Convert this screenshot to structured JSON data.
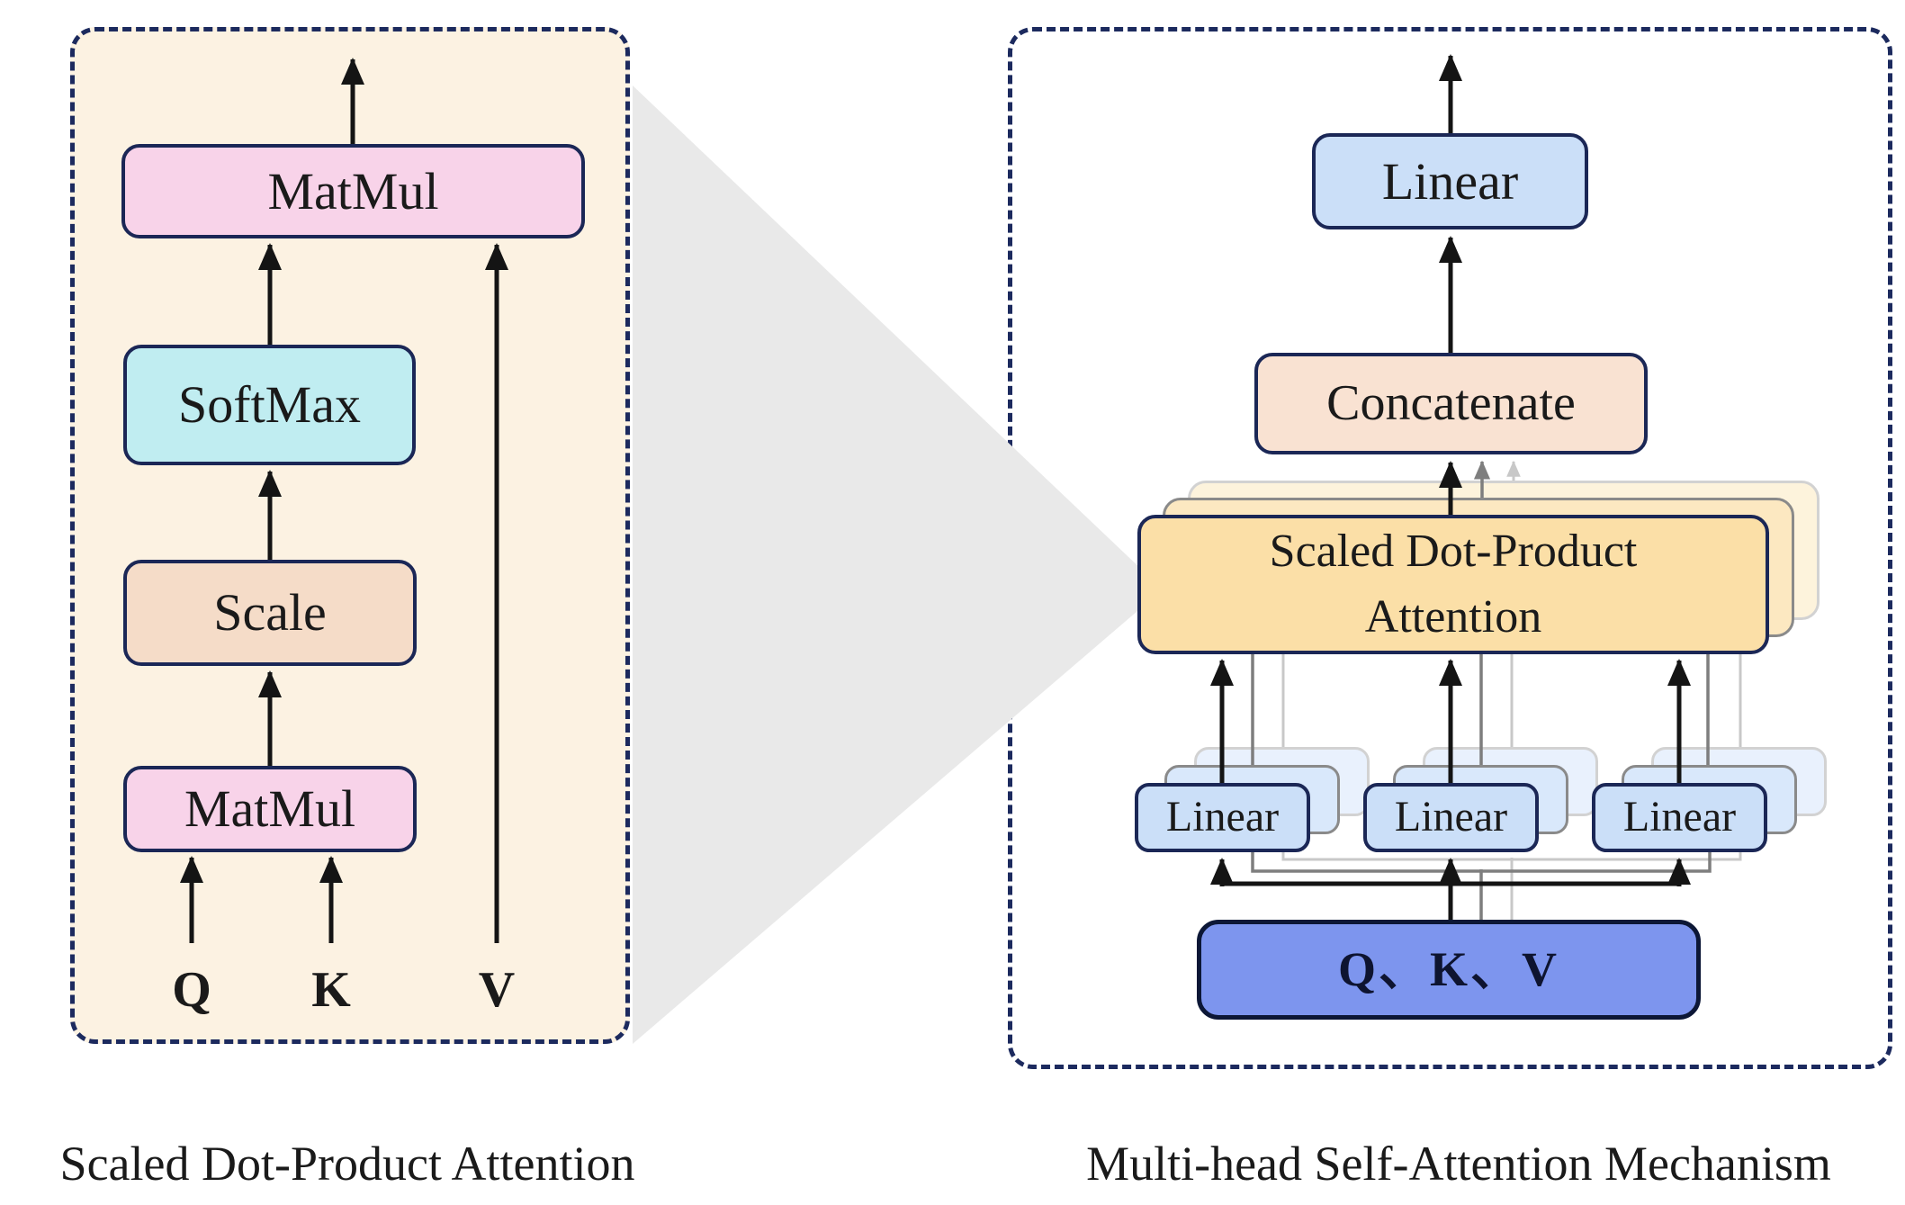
{
  "left_panel": {
    "caption": "Scaled Dot-Product Attention",
    "boxes": {
      "matmul_top": "MatMul",
      "softmax": "SoftMax",
      "scale": "Scale",
      "matmul_bottom": "MatMul"
    },
    "inputs": {
      "q": "Q",
      "k": "K",
      "v": "V"
    }
  },
  "right_panel": {
    "caption": "Multi-head Self-Attention Mechanism",
    "boxes": {
      "linear_out": "Linear",
      "concatenate": "Concatenate",
      "sdpa_line1": "Scaled Dot-Product",
      "sdpa_line2": "Attention",
      "linear_q": "Linear",
      "linear_k": "Linear",
      "linear_v": "Linear",
      "qkv": "Q、K、V"
    }
  },
  "colors": {
    "panel_border": "#1c2a5e",
    "box_border": "#1b2756",
    "left_bg": "#fcf2e2",
    "pink": "#f8d3e9",
    "cyan": "#c0edf1",
    "scale_peach": "#f5dcc8",
    "concat_peach": "#f9e2d2",
    "orange": "#fbdfa7",
    "orange_mid": "#fce8c1",
    "orange_back": "#fdf3dc",
    "blue": "#cbdff8",
    "blue_mid": "#d9e8fb",
    "blue_back": "#e9f1fd",
    "periwinkle": "#7d95ee",
    "triangle": "#e9e9e9",
    "arrow_black": "#141414",
    "arrow_gray": "#7e7e7e",
    "arrow_light": "#c8c8c8"
  }
}
